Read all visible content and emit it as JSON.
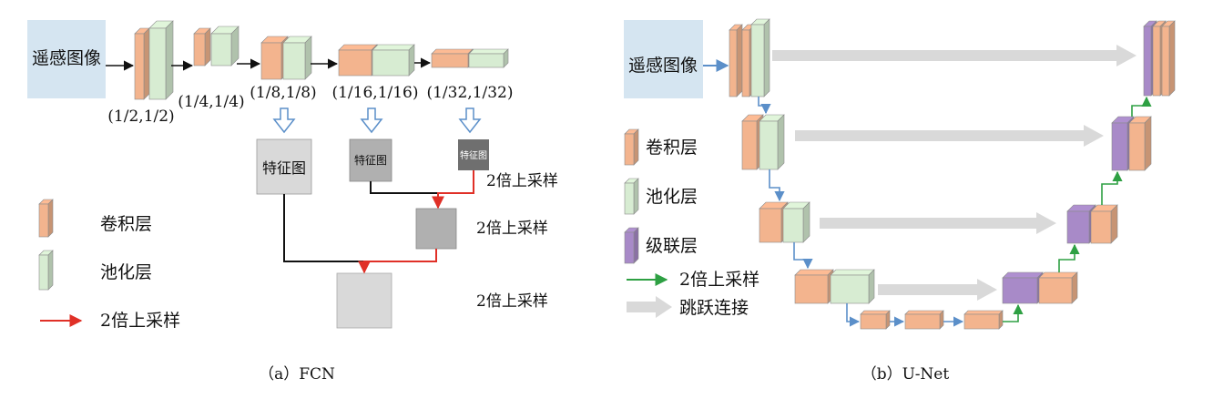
{
  "fcn": {
    "input_label": "遥感图像",
    "scales": [
      "(1/2,1/2)",
      "(1/4,1/4)",
      "(1/8,1/8)",
      "(1/16,1/16)",
      "(1/32,1/32)"
    ],
    "feature_map_label": "特征图",
    "upsample_labels": [
      "2倍上采样",
      "2倍上采样",
      "2倍上采样"
    ],
    "legend": {
      "conv": "卷积层",
      "pool": "池化层",
      "upsample": "2倍上采样"
    },
    "caption": "（a）FCN"
  },
  "unet": {
    "input_label": "遥感图像",
    "legend": {
      "conv": "卷积层",
      "pool": "池化层",
      "concat": "级联层",
      "upsample": "2倍上采样",
      "skip": "跳跃连接"
    },
    "caption": "（b）U-Net"
  },
  "colors": {
    "conv": "#f3b48e",
    "pool": "#d7ecd2",
    "concat": "#a88ac8",
    "input_box": "#d5e5f1",
    "red_arrow": "#e03027",
    "green_arrow": "#2ea043",
    "blue_arrow": "#5b8fc9",
    "skip_arrow": "#d9d9d9"
  }
}
